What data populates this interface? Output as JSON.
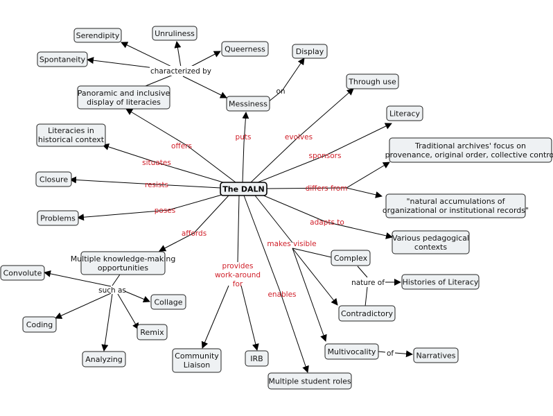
{
  "colors": {
    "accent_label": "#d0202a",
    "plain_label": "#111111",
    "node_fill": "#eef1f3"
  },
  "concepts": {
    "dlan": "The DALN",
    "serendipity": "Serendipity",
    "unruliness": "Unruliness",
    "queerness": "Queerness",
    "display": "Display",
    "spontaneity": "Spontaneity",
    "panoramic": [
      "Panoramic and inclusive",
      "display of literacies"
    ],
    "messiness": "Messiness",
    "through_use": "Through use",
    "literacy": "Literacy",
    "lit_historical": [
      "Literacies in",
      "historical context"
    ],
    "traditional": [
      "Traditional archives' focus on",
      "provenance, original order, collective control"
    ],
    "closure": "Closure",
    "natural_acc": [
      "\"natural accumulations of",
      "organizational or institutional records\""
    ],
    "problems": "Problems",
    "pedagogical": [
      "Various pedagogical",
      "contexts"
    ],
    "multiple_km": [
      "Multiple knowledge-making",
      "opportunities"
    ],
    "complex": "Complex",
    "convolute": "Convolute",
    "histories": "Histories of Literacy",
    "collage": "Collage",
    "contradictory": "Contradictory",
    "coding": "Coding",
    "remix": "Remix",
    "multivocality": "Multivocality",
    "narratives": "Narratives",
    "analyzing": "Analyzing",
    "community": [
      "Community",
      "Liaison"
    ],
    "irb": "IRB",
    "student_roles": "Multiple student roles"
  },
  "links": {
    "characterized_by": "characterized by",
    "on": "on",
    "offers": "offers",
    "puts": "puts",
    "evolves": "evolves",
    "sponsors": "sponsors",
    "situates": "situates",
    "resists": "resists",
    "differs_from": "differs from",
    "poses": "poses",
    "adapts_to": "adapts to",
    "affords": "affords",
    "makes_visible": "makes visible",
    "provides": [
      "provides",
      "work-around",
      "for"
    ],
    "enables": "enables",
    "such_as": "such as",
    "nature_of": "nature of",
    "of": "of"
  }
}
